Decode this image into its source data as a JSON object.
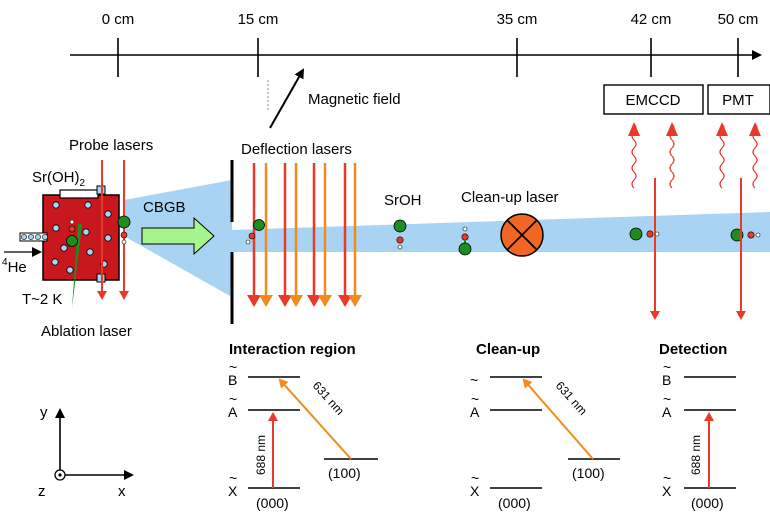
{
  "axis": {
    "ticks": [
      "0 cm",
      "15 cm",
      "35 cm",
      "42 cm",
      "50 cm"
    ],
    "magnetic_label": "Magnetic field"
  },
  "source": {
    "molecule_label": "Sr(OH)",
    "molecule_subscript": "2",
    "helium_label": "He",
    "helium_superscript": "4",
    "temperature_label": "T~2 K",
    "ablation_label": "Ablation laser",
    "probe_label": "Probe lasers",
    "cbgb_label": "CBGB"
  },
  "beamline": {
    "deflection_label": "Deflection lasers",
    "srOH_label": "SrOH",
    "cleanup_label": "Clean-up laser",
    "emccd_label": "EMCCD",
    "pmt_label": "PMT"
  },
  "levels": {
    "interaction": {
      "title": "Interaction region",
      "B": "B",
      "A": "A",
      "X": "X",
      "wl_688": "688 nm",
      "wl_631": "631 nm",
      "v100": "(100)",
      "v000": "(000)"
    },
    "cleanup": {
      "title": "Clean-up",
      "A": "A",
      "X": "X",
      "wl_631": "631 nm",
      "v100": "(100)",
      "v000": "(000)"
    },
    "detection": {
      "title": "Detection",
      "B": "B",
      "A": "A",
      "X": "X",
      "wl_688": "688 nm",
      "v000": "(000)"
    }
  },
  "coords": {
    "x": "x",
    "y": "y",
    "z": "z"
  },
  "colors": {
    "red": "#e8392b",
    "orange": "#f28a1e",
    "beam": "#a9d3f2",
    "cell": "#c8171d",
    "arrow_green": "#a6f58c",
    "green": "#1e8c1e",
    "cross": "#f26522"
  }
}
